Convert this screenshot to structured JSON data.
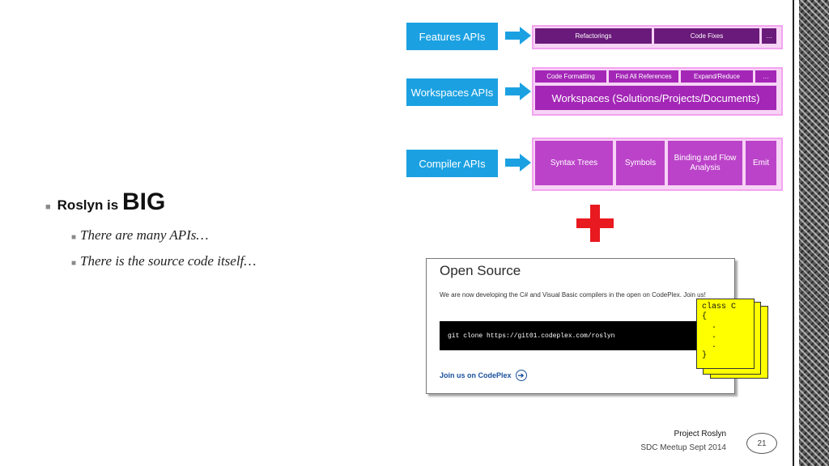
{
  "bullets": {
    "main_prefix": "Roslyn is ",
    "main_emphasis": "BIG",
    "sub": [
      "There are many APIs…",
      "There is the source code itself…"
    ]
  },
  "api_stack": {
    "features": {
      "label": "Features APIs",
      "items": [
        "Refactorings",
        "Code Fixes",
        "…"
      ]
    },
    "workspaces": {
      "label": "Workspaces APIs",
      "items": [
        "Code Formatting",
        "Find All References",
        "Expand/Reduce",
        "…"
      ],
      "main": "Workspaces (Solutions/Projects/Documents)"
    },
    "compiler": {
      "label": "Compiler APIs",
      "items": [
        "Syntax Trees",
        "Symbols",
        "Binding and Flow Analysis",
        "Emit"
      ]
    }
  },
  "plus_sign": "+",
  "open_source": {
    "title": "Open Source",
    "description": "We are now developing the C# and Visual Basic compilers in the open on CodePlex. Join us!",
    "command": "git clone https://git01.codeplex.com/roslyn",
    "link": "Join us on CodePlex"
  },
  "sticky_code": "class C\n{\n  .\n  .\n  .\n}",
  "footer": {
    "title": "Project Roslyn",
    "subtitle": "SDC Meetup Sept 2014",
    "page": "21"
  },
  "colors": {
    "api_label": "#1ba1e2",
    "arrow": "#1ba1e2",
    "plus": "#e8191f",
    "note": "#ffff00"
  }
}
